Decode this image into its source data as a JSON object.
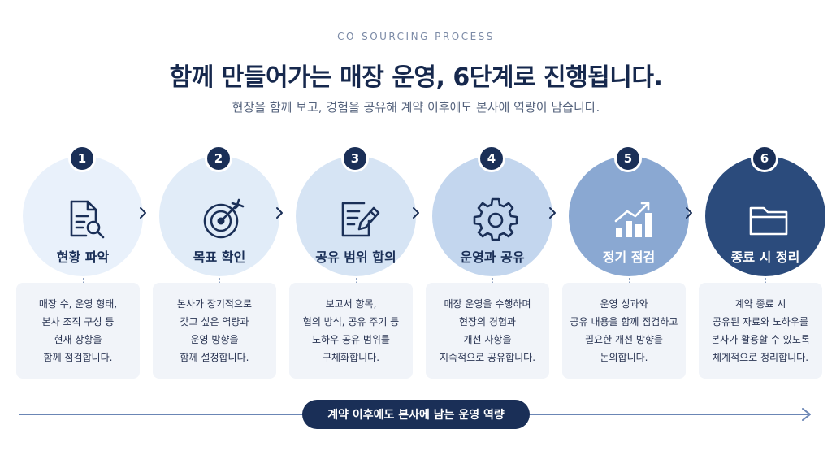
{
  "header": {
    "eyebrow": "CO-SOURCING PROCESS",
    "title": "함께 만들어가는 매장 운영, 6단계로 진행됩니다.",
    "subtitle": "현장을 함께 보고, 경험을 공유해 계약 이후에도 본사에 역량이 남습니다."
  },
  "steps": [
    {
      "number": "1",
      "title": "현황 파악",
      "icon": "document-search-icon",
      "circle_color": "#e9f1fb",
      "desc": [
        "매장 수, 운영 형태,",
        "본사 조직 구성 등",
        "현재 상황을",
        "함께 점검합니다."
      ]
    },
    {
      "number": "2",
      "title": "목표 확인",
      "icon": "target-icon",
      "circle_color": "#e1ecf8",
      "desc": [
        "본사가 장기적으로",
        "갖고 싶은 역량과",
        "운영 방향을",
        "함께 설정합니다."
      ]
    },
    {
      "number": "3",
      "title": "공유 범위 합의",
      "icon": "document-edit-icon",
      "circle_color": "#d6e4f4",
      "desc": [
        "보고서 항목,",
        "협의 방식, 공유 주기 등",
        "노하우 공유 범위를",
        "구체화합니다."
      ]
    },
    {
      "number": "4",
      "title": "운영과 공유",
      "icon": "gear-icon",
      "circle_color": "#c3d6ee",
      "desc": [
        "매장 운영을 수행하며",
        "현장의 경험과",
        "개선 사항을",
        "지속적으로 공유합니다."
      ]
    },
    {
      "number": "5",
      "title": "정기 점검",
      "icon": "bar-chart-icon",
      "circle_color": "#8aa8d2",
      "desc": [
        "운영 성과와",
        "공유 내용을 함께 점검하고",
        "필요한 개선 방향을",
        "논의합니다."
      ]
    },
    {
      "number": "6",
      "title": "종료 시 정리",
      "icon": "folder-icon",
      "circle_color": "#2b4b7c",
      "desc": [
        "계약 종료 시",
        "공유된 자료와 노하우를",
        "본사가 활용할 수 있도록",
        "체계적으로 정리합니다."
      ]
    }
  ],
  "timeline": {
    "label": "계약 이후에도 본사에 남는 운영 역량"
  },
  "colors": {
    "navy": "#1a2f57",
    "card_bg": "#f1f4f9",
    "timeline": "#6b86b5"
  }
}
